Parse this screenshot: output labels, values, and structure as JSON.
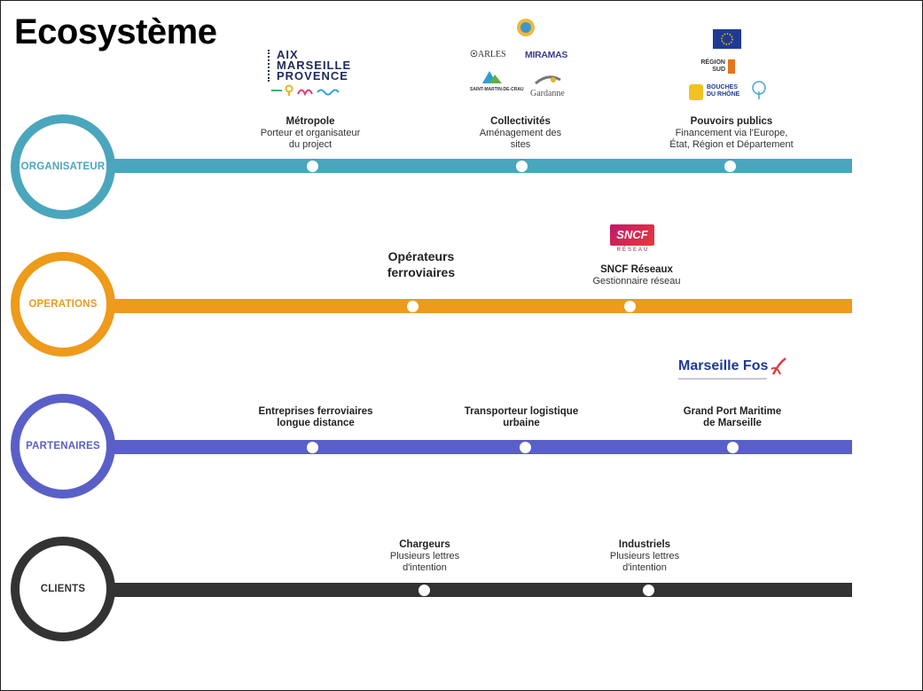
{
  "title": "Ecosystème",
  "colors": {
    "organisateur": "#4aa6bd",
    "operations": "#ee9a1a",
    "partenaires": "#5a5fc8",
    "clients": "#333333"
  },
  "rows": [
    {
      "label": "ORGANISATEUR",
      "nodes": [
        {
          "title": "Métropole",
          "lines": [
            "Porteur et organisateur",
            "du project"
          ]
        },
        {
          "title": "Collectivités",
          "lines": [
            "Aménagement des",
            "sites"
          ]
        },
        {
          "title": "Pouvoirs publics",
          "lines": [
            "Financement via l'Europe,",
            "État, Région et Département"
          ]
        }
      ]
    },
    {
      "label": "OPERATIONS",
      "nodes": [
        {
          "title_lines": [
            "Opérateurs",
            "ferroviaires"
          ]
        },
        {
          "title": "SNCF Réseaux",
          "lines": [
            "Gestionnaire réseau"
          ]
        }
      ]
    },
    {
      "label": "PARTENAIRES",
      "nodes": [
        {
          "title_lines": [
            "Entreprises ferroviaires",
            "longue distance"
          ]
        },
        {
          "title_lines": [
            "Transporteur logistique",
            "urbaine"
          ]
        },
        {
          "title_lines": [
            "Grand Port Maritime",
            "de Marseille"
          ]
        }
      ]
    },
    {
      "label": "CLIENTS",
      "nodes": [
        {
          "title": "Chargeurs",
          "lines": [
            "Plusieurs lettres",
            "d'intention"
          ]
        },
        {
          "title": "Industriels",
          "lines": [
            "Plusieurs lettres",
            "d'intention"
          ]
        }
      ]
    }
  ],
  "logos": {
    "amp": [
      "AIX",
      "MARSEILLE",
      "PROVENCE"
    ],
    "arles": "ARLES",
    "miramas": "MIRAMAS",
    "saint_martin": "SAINT-MARTIN-DE-CRAU",
    "gardanne": "Gardanne",
    "region": [
      "RÉGION",
      "SUD"
    ],
    "bdr": [
      "BOUCHES",
      "DU RHÔNE"
    ],
    "sncf": "SNCF",
    "sncf_sub": "RÉSEAU",
    "marseille_fos": "Marseille Fos"
  }
}
